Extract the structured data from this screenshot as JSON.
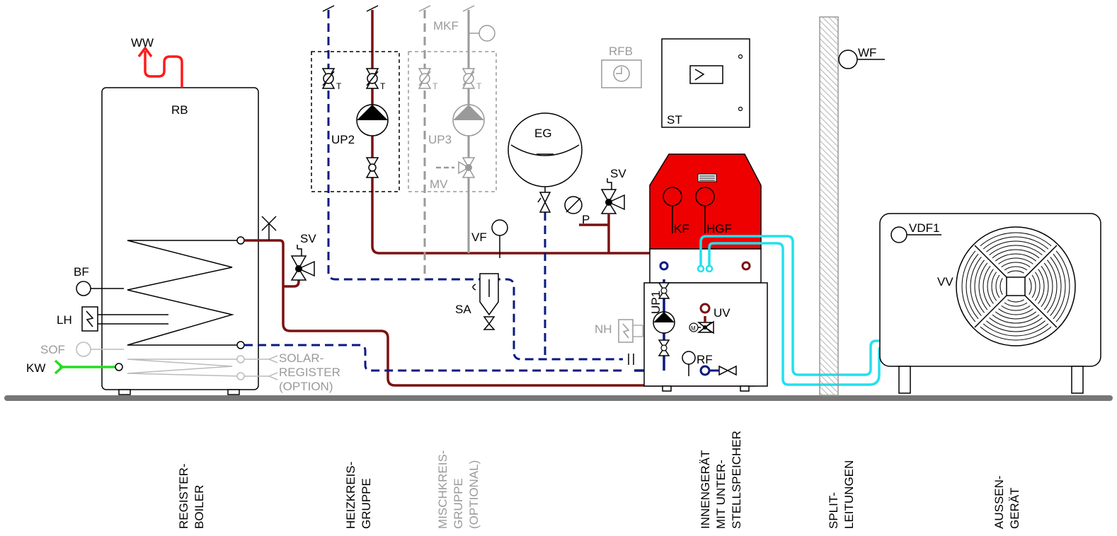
{
  "colors": {
    "flow": "#7a1212",
    "return": "#0a1a80",
    "hot_water": "#ff1a1a",
    "cold_water": "#22dd22",
    "split": "#22e0ee",
    "optional": "#9a9a9a",
    "heatpump_red": "#ee0000",
    "ground": "#777777"
  },
  "labels": {
    "ww": "WW",
    "rb": "RB",
    "bf": "BF",
    "lh": "LH",
    "sof": "SOF",
    "kw": "KW",
    "solar_1": "SOLAR-",
    "solar_2": "REGISTER",
    "solar_3": "(OPTION)",
    "sv_left": "SV",
    "sv_right": "SV",
    "up2": "UP2",
    "up3": "UP3",
    "mv": "MV",
    "mkf": "MKF",
    "rfb": "RFB",
    "st": "ST",
    "eg": "EG",
    "vf": "VF",
    "sa": "SA",
    "p": "P",
    "kf": "KF",
    "hgf": "HGF",
    "up1": "UP1",
    "uv": "UV",
    "nh": "NH",
    "rf": "RF",
    "m": "M",
    "wf": "WF",
    "vdf1": "VDF1",
    "vv": "VV",
    "t": "T"
  },
  "captions": {
    "registerboiler": [
      "REGISTER-",
      "BOILER"
    ],
    "heizkreisgruppe": [
      "HEIZKREIS-",
      "GRUPPE"
    ],
    "mischkreisgruppe": [
      "MISCHKREIS-",
      "GRUPPE",
      "(OPTIONAL)"
    ],
    "innengeraet": [
      "INNENGERÄT",
      "MIT UNTER-",
      "STELLSPEICHER"
    ],
    "splitleitungen": [
      "SPLIT-",
      "LEITUNGEN"
    ],
    "aussengeraet": [
      "AUSSEN-",
      "GERÄT"
    ]
  }
}
